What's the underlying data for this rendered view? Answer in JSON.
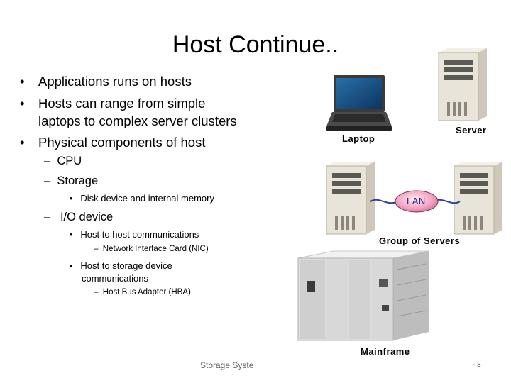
{
  "slide": {
    "title": "Host Continue..",
    "bullets": [
      "Applications runs on hosts",
      "Hosts can range from simple",
      "laptops to complex server clusters",
      "Physical components of host"
    ],
    "bullet_mark": "•",
    "dash_mark": "–",
    "components": {
      "cpu": "CPU",
      "storage": "Storage",
      "storage_detail": "Disk device and internal memory",
      "io": "I/O device",
      "io_host": "Host to host communications",
      "io_host_detail": "Network Interface Card (NIC)",
      "io_storage_line1": "Host to storage device",
      "io_storage_line2": "communications",
      "io_storage_detail": "Host Bus Adapter (HBA)"
    },
    "labels": {
      "laptop": "Laptop",
      "server": "Server",
      "lan": "LAN",
      "group": "Group of Servers",
      "mainframe": "Mainframe"
    },
    "footer": {
      "left": "Storage Syste",
      "page": "- 8"
    }
  }
}
